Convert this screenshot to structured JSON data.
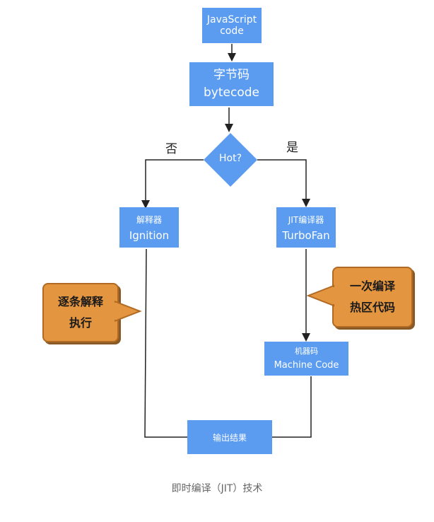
{
  "nodes": {
    "js_code": {
      "line1": "JavaScript",
      "line2": "code"
    },
    "bytecode": {
      "line1": "字节码",
      "line2": "bytecode"
    },
    "decision": {
      "text": "Hot?"
    },
    "ignition": {
      "line1": "解释器",
      "line2": "Ignition"
    },
    "turbofan": {
      "line1": "JIT编译器",
      "line2": "TurboFan"
    },
    "machine_code": {
      "line1": "机器码",
      "line2": "Machine Code"
    },
    "output": {
      "text": "输出结果"
    }
  },
  "edge_labels": {
    "no": "否",
    "yes": "是"
  },
  "callouts": {
    "left": {
      "line1": "逐条解释",
      "line2": "执行"
    },
    "right": {
      "line1": "一次编译",
      "line2": "热区代码"
    }
  },
  "caption": "即时编译（JIT）技术",
  "colors": {
    "node": "#5b9cf0",
    "callout": "#e3953f",
    "line": "#222222"
  }
}
